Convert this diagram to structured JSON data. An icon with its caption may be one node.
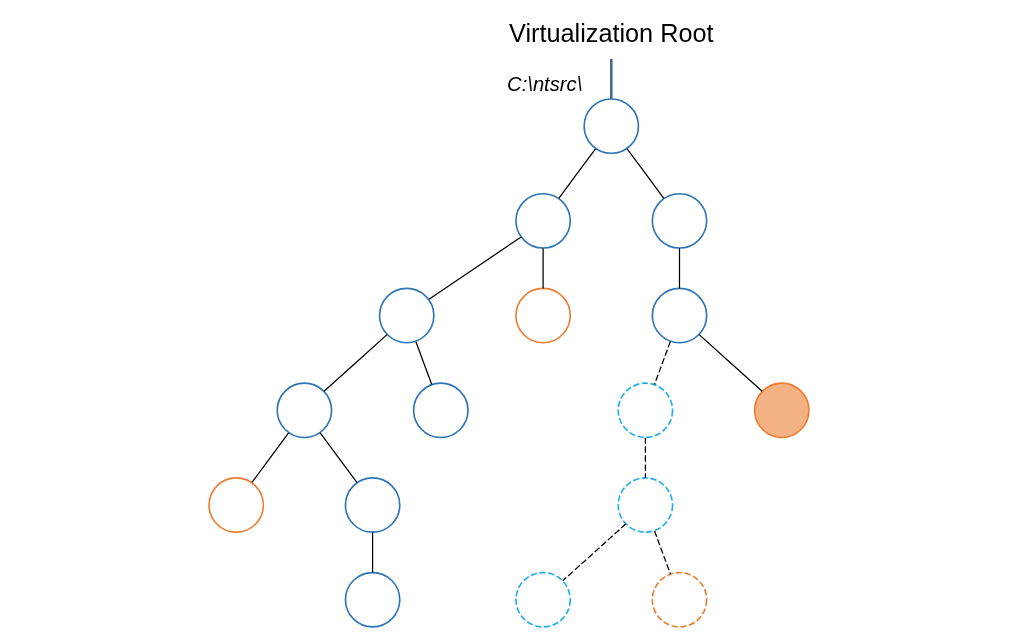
{
  "diagram": {
    "nodes": [
      {
        "text": [
          "Virtualization Root"
        ]
      },
      {
        "text": [],
        "shape": "circle",
        "beside": [
          "C:\\ntsrc\\"
        ]
      },
      {
        "text": [],
        "shape": "circle"
      },
      {
        "text": [],
        "shape": "circle"
      },
      {
        "text": [],
        "shape": "circle"
      },
      {
        "text": [],
        "shape": "circle"
      },
      {
        "text": [],
        "shape": "circle"
      },
      {
        "text": [],
        "shape": "circle"
      },
      {
        "text": [],
        "shape": "circle"
      },
      {
        "text": [],
        "shape": "circle"
      },
      {
        "text": [],
        "shape": "circle"
      },
      {
        "text": [],
        "shape": "circle"
      },
      {
        "text": [],
        "shape": "circle"
      },
      {
        "text": [],
        "shape": "circle"
      },
      {
        "text": [],
        "shape": "circle"
      },
      {
        "text": [],
        "shape": "circle"
      },
      {
        "text": [],
        "shape": "circle"
      }
    ],
    "edges": [
      {
        "from": 0,
        "to": 1,
        "arrow": "none",
        "color": "#44678f"
      },
      {
        "from": 1,
        "to": 2,
        "arrow": "none"
      },
      {
        "from": 1,
        "to": 3,
        "arrow": "none"
      },
      {
        "from": 2,
        "to": 4,
        "arrow": "none"
      },
      {
        "from": 2,
        "to": 5,
        "arrow": "none"
      },
      {
        "from": 3,
        "to": 6,
        "arrow": "none"
      },
      {
        "from": 4,
        "to": 7,
        "arrow": "none"
      },
      {
        "from": 4,
        "to": 8,
        "arrow": "none"
      },
      {
        "from": 6,
        "to": 9,
        "arrow": "none",
        "style": "dashed"
      },
      {
        "from": 6,
        "to": 10,
        "arrow": "none"
      },
      {
        "from": 7,
        "to": 11,
        "arrow": "none"
      },
      {
        "from": 7,
        "to": 12,
        "arrow": "none"
      },
      {
        "from": 9,
        "to": 13,
        "arrow": "none",
        "style": "dashed"
      },
      {
        "from": 12,
        "to": 14,
        "arrow": "none"
      },
      {
        "from": 13,
        "to": 15,
        "arrow": "none",
        "style": "dashed"
      },
      {
        "from": 13,
        "to": 16,
        "arrow": "none",
        "style": "dashed"
      }
    ]
  }
}
